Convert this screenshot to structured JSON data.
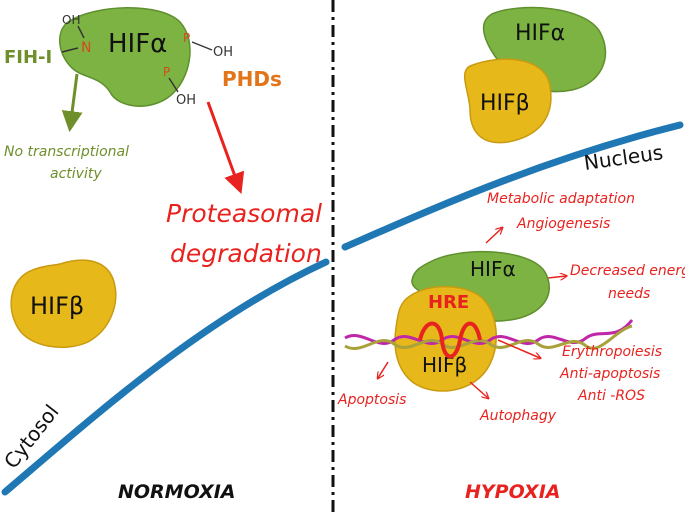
{
  "normoxia": {
    "hif_alpha": "HIFα",
    "hif_beta": "HIFβ",
    "fih": "FIH-I",
    "n_residue": "N",
    "oh_n": "OH",
    "p1": "P",
    "oh_p1": "OH",
    "p2": "P",
    "oh_p2": "OH",
    "phds": "PHDs",
    "no_activity_line1": "No transcriptional",
    "no_activity_line2": "activity",
    "proteasomal_line1": "Proteasomal",
    "proteasomal_line2": "degradation",
    "cytosol": "Cytosol",
    "condition": "NORMOXIA"
  },
  "hypoxia": {
    "hif_alpha_top": "HIFα",
    "hif_beta_top": "HIFβ",
    "nucleus": "Nucleus",
    "metabolic": "Metabolic adaptation",
    "angiogenesis": "Angiogenesis",
    "decreased_line1": "Decreased energy",
    "decreased_line2": "needs",
    "hif_alpha_bound": "HIFα",
    "hif_beta_bound": "HIFβ",
    "hre": "HRE",
    "erythropoiesis": "Erythropoiesis",
    "anti_apoptosis": "Anti-apoptosis",
    "anti_ros": "Anti -ROS",
    "apoptosis": "Apoptosis",
    "autophagy": "Autophagy",
    "condition": "HYPOXIA"
  },
  "colors": {
    "green": "#7cb342",
    "yellow": "#e6b81a",
    "membrane": "#1f78b4",
    "red": "#e8231f",
    "orange": "#e2741a",
    "olive": "#6e8f2a",
    "black": "#111111"
  }
}
